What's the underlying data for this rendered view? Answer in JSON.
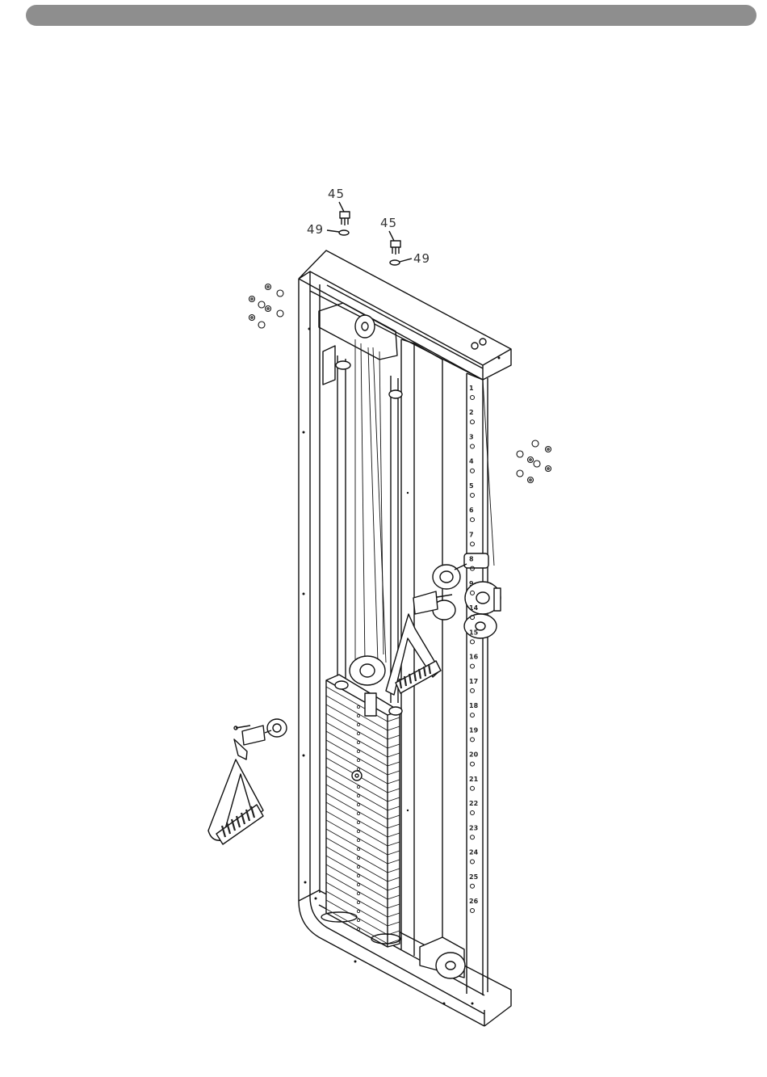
{
  "header": {
    "bar_color": "#8e8e8e"
  },
  "drawing": {
    "line_color": "#111111",
    "callouts": [
      {
        "id": "bolt-left",
        "label": "45"
      },
      {
        "id": "washer-left",
        "label": "49"
      },
      {
        "id": "bolt-right",
        "label": "45"
      },
      {
        "id": "washer-right",
        "label": "49"
      }
    ],
    "column_marks": [
      "1",
      "2",
      "3",
      "4",
      "5",
      "6",
      "7",
      "8",
      "9",
      "14",
      "15",
      "16",
      "17",
      "18",
      "19",
      "20",
      "21",
      "22",
      "23",
      "24",
      "25",
      "26"
    ]
  }
}
